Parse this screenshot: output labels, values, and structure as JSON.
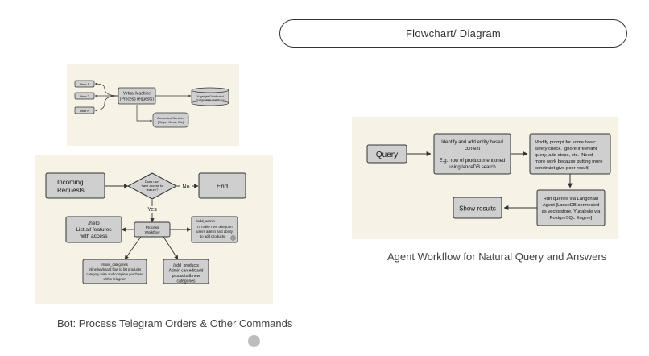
{
  "header": {
    "title": "Flowchart/ Diagram"
  },
  "captions": {
    "bot": "Bot: Process Telegram Orders & Other Commands",
    "agent": "Agent Workflow for Natural Query and Answers"
  },
  "infra": {
    "users": [
      "User 1",
      "User 2",
      "User N"
    ],
    "vm": [
      "Virtual Machine",
      "(Process requests)"
    ],
    "db": [
      "Yugabyte Distributed",
      "PostgreSQL Database"
    ],
    "services": [
      "Connected Services",
      "[Stripe, Gmail, Etc]"
    ]
  },
  "bot": {
    "incoming": [
      "Incoming",
      "Requests"
    ],
    "decision": [
      "Does user",
      "have access to",
      "feature?"
    ],
    "no_label": "No",
    "end": "End",
    "yes_label": "Yes",
    "process": [
      "Process",
      "Workflow"
    ],
    "help": [
      "/help",
      "List all features",
      "with access"
    ],
    "add_admin": [
      "/add_admin",
      "To make new telegram",
      "users admin and ability",
      "to add products"
    ],
    "show_categories": [
      "/show_categories",
      "Inline keyboard flow to list products",
      "category wise and complete purchase",
      "within telegram"
    ],
    "add_products": [
      "/add_products",
      "Admin can edit/add",
      "products & new",
      "categories"
    ]
  },
  "agent": {
    "query": "Query",
    "identify": [
      "Identify and add entity based",
      "context",
      "",
      "E.g., row of product mentioned",
      "using lanceDB search"
    ],
    "modify": [
      "Modify prompt for some basic",
      "safety check. Ignore irrelevant",
      "query, add steps, etc. [Need",
      "more work because putting more",
      "constraint give poor result]"
    ],
    "run": [
      "Run queries via Langchain",
      "Agent [LanceDB connected",
      "as vectorstore, Yugabyte via",
      "PostgreSQL Engine]"
    ],
    "show": "Show results"
  },
  "colors": {
    "node": "#cfcfcf",
    "stroke": "#333333",
    "panel": "#f6f3e6"
  }
}
